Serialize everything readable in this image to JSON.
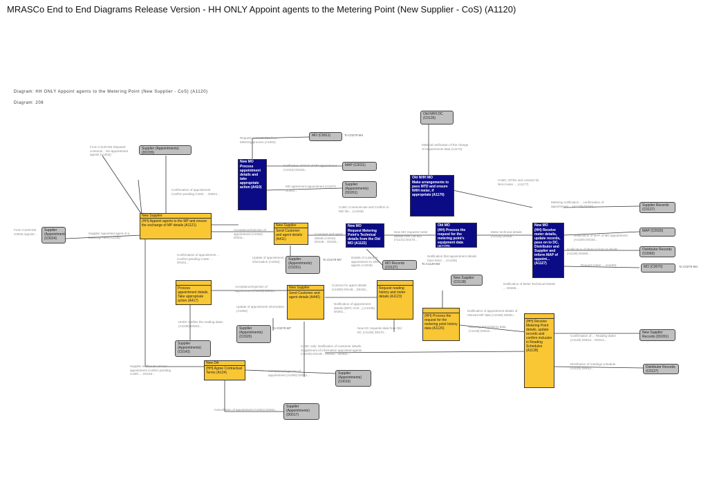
{
  "title": "MRASCo End to End Diagrams Release Version - HH ONLY Appoint agents to the Metering Point (New Supplier - CoS) (A1120)",
  "diagram_heading": "Diagram: HH ONLY Appoint agents to the Metering Point (New Supplier - CoS) (A1120)",
  "diagram_number": "Diagram: 208",
  "processes": [
    {
      "hd": "New Supplier",
      "bd": "(HH) Appoint agents to the MP and ensure the exchange of MP details (A1121)"
    },
    {
      "hd": "New MO",
      "bd": "Process appointment details and take appropriate action (A410)"
    },
    {
      "hd": "New Supplier",
      "bd": "Send Customer and agent details (A411)"
    },
    {
      "hd": "New MO",
      "bd": "Request Metering Point's Technical details from the Old MO (A1122)"
    },
    {
      "hd": "Old NHH MO",
      "bd": "Make arrangements to pass MTD and ensure NHH meter, if appropriate (A1170)"
    },
    {
      "hd": "Old MO",
      "bd": "(HH) Process the request for the metering point's equipment data (A1125)"
    },
    {
      "hd": "New MO",
      "bd": "(HH) Receive meter details, update records, pass on to DC, Distributor and Supplier and inform MAP of appoint... (A1127)"
    },
    {
      "hd": "",
      "bd": "Process appointment details. Take appropriate action (A417)"
    },
    {
      "hd": "New Supplier",
      "bd": "Send Customer and agent details (A440)"
    },
    {
      "hd": "",
      "bd": "Request reading history and meter details (A1123)"
    },
    {
      "hd": "",
      "bd": "(HH) Process the request for the metering point history data (A1126)"
    },
    {
      "hd": "",
      "bd": "(HH) Receive Metering Point details, update records and confirm inclusion in Reading Schedules (A1128)"
    },
    {
      "hd": "New DA",
      "bd": "(HH) Agree Contractual Terms (A124)"
    }
  ],
  "externals": [
    "Supplier (Appointments) (D0155)",
    "MO (C0011)",
    "MAP (C0011)",
    "Supplier (Appointments) (D0261)",
    "Old NHH DC (C0126)",
    "Supplier (Appointments) (C0024)",
    "Supplier (Appointments) (C0261)",
    "MO Records (C0127)",
    "New Supplier (C0128)",
    "Supplier Records (C0127)",
    "MAP (C0020)",
    "Distributor Records (C0060)",
    "MO (C0070)",
    "Supplier (Appointments) (C0142)",
    "Supplier (Appointments) (C0320)",
    "Supplier (Appointments) (C0010)",
    "Supplier (Appointments) (D0017)",
    "New Supplier Records (D0261)",
    "Distributor Records (C0127)"
  ],
  "labels": [
    "From C1120-M4 Disputed contracts... Re-appointment agents (A1003)",
    "Confirmation of appointment Confirm pending CoMC ... D0011...",
    "Request contract data from Metering process (A1004)",
    "To C0270-M4",
    "Notification of MAP of MP appointment (A1015) D0153...",
    "MO agreement appointment (A1107) D0261...",
    "Material notification of the change of requirements data (A1173)",
    "CoMC, MTDs and contract for NHH meter ... (A1177)",
    "Metering notification ... confirmation of appointment ... (A1178) D0151...",
    "From C1120-M4 C0040 Appoint...",
    "Supplier Appointed agent of a Metering Point (A1136)",
    "Acceptance/rejection of appointment (A1052) D0011...",
    "Customer and agent details (A1044) D0148... D0153...",
    "CoMC Communicate and Confirm to MO the... (A1048)",
    "New MO requests meter details from Old MO (A1121) D0170...",
    "Meter technical details (A1128) D0268...",
    "Notification of MAP of MO appointment (A1029) D0153...",
    "Notification of Meter technical details (A1128) D0268...",
    "Request meter ... (A1190)",
    "To C0270-M4",
    "Confirmation of appointment ... Confirm pending CoMC ... D0151...",
    "Update of appointment information (A1053)",
    "To C0170-M7",
    "Details of customer appointment to other agents (A1045)",
    "To C1120-M2",
    "Notification that appointment details have been ... (A1105)",
    "Notification of Meter Technical Details ... D0268...",
    "Acceptance/rejection of appointment (A1006) D0011...",
    "Update of appointment information (A1052)",
    "Contract for agent details (A1050) D0148... D0153...",
    "Notification of appointment details (MDT, ACE...) (A1046) D0261...",
    "Notification of appointment details of relevant MP data (A1048) D0261...",
    "Metering Point history data (A1128) D0010...",
    "Confirmation of ... Reading dates (A1128) D0012... D0013...",
    "HHDC notifies the reading dates (A1048) D0261...",
    "To C0270-M7",
    "New DC requests data from Old DC (A1128) D0170...",
    "CoMC only: Notification of Customer details. Supplement of information appointed agents (A1049) D0148... D0155... D0302...",
    "Distribution of readings schedule (A1129) D0012...",
    "Supplier notifies DA of new appointment Confirm pending CoMC ... D0153...",
    "Acceptance/rejection of appointment (A1050) D0011...",
    "Cancellation of appointment (A1051) D0261..."
  ]
}
